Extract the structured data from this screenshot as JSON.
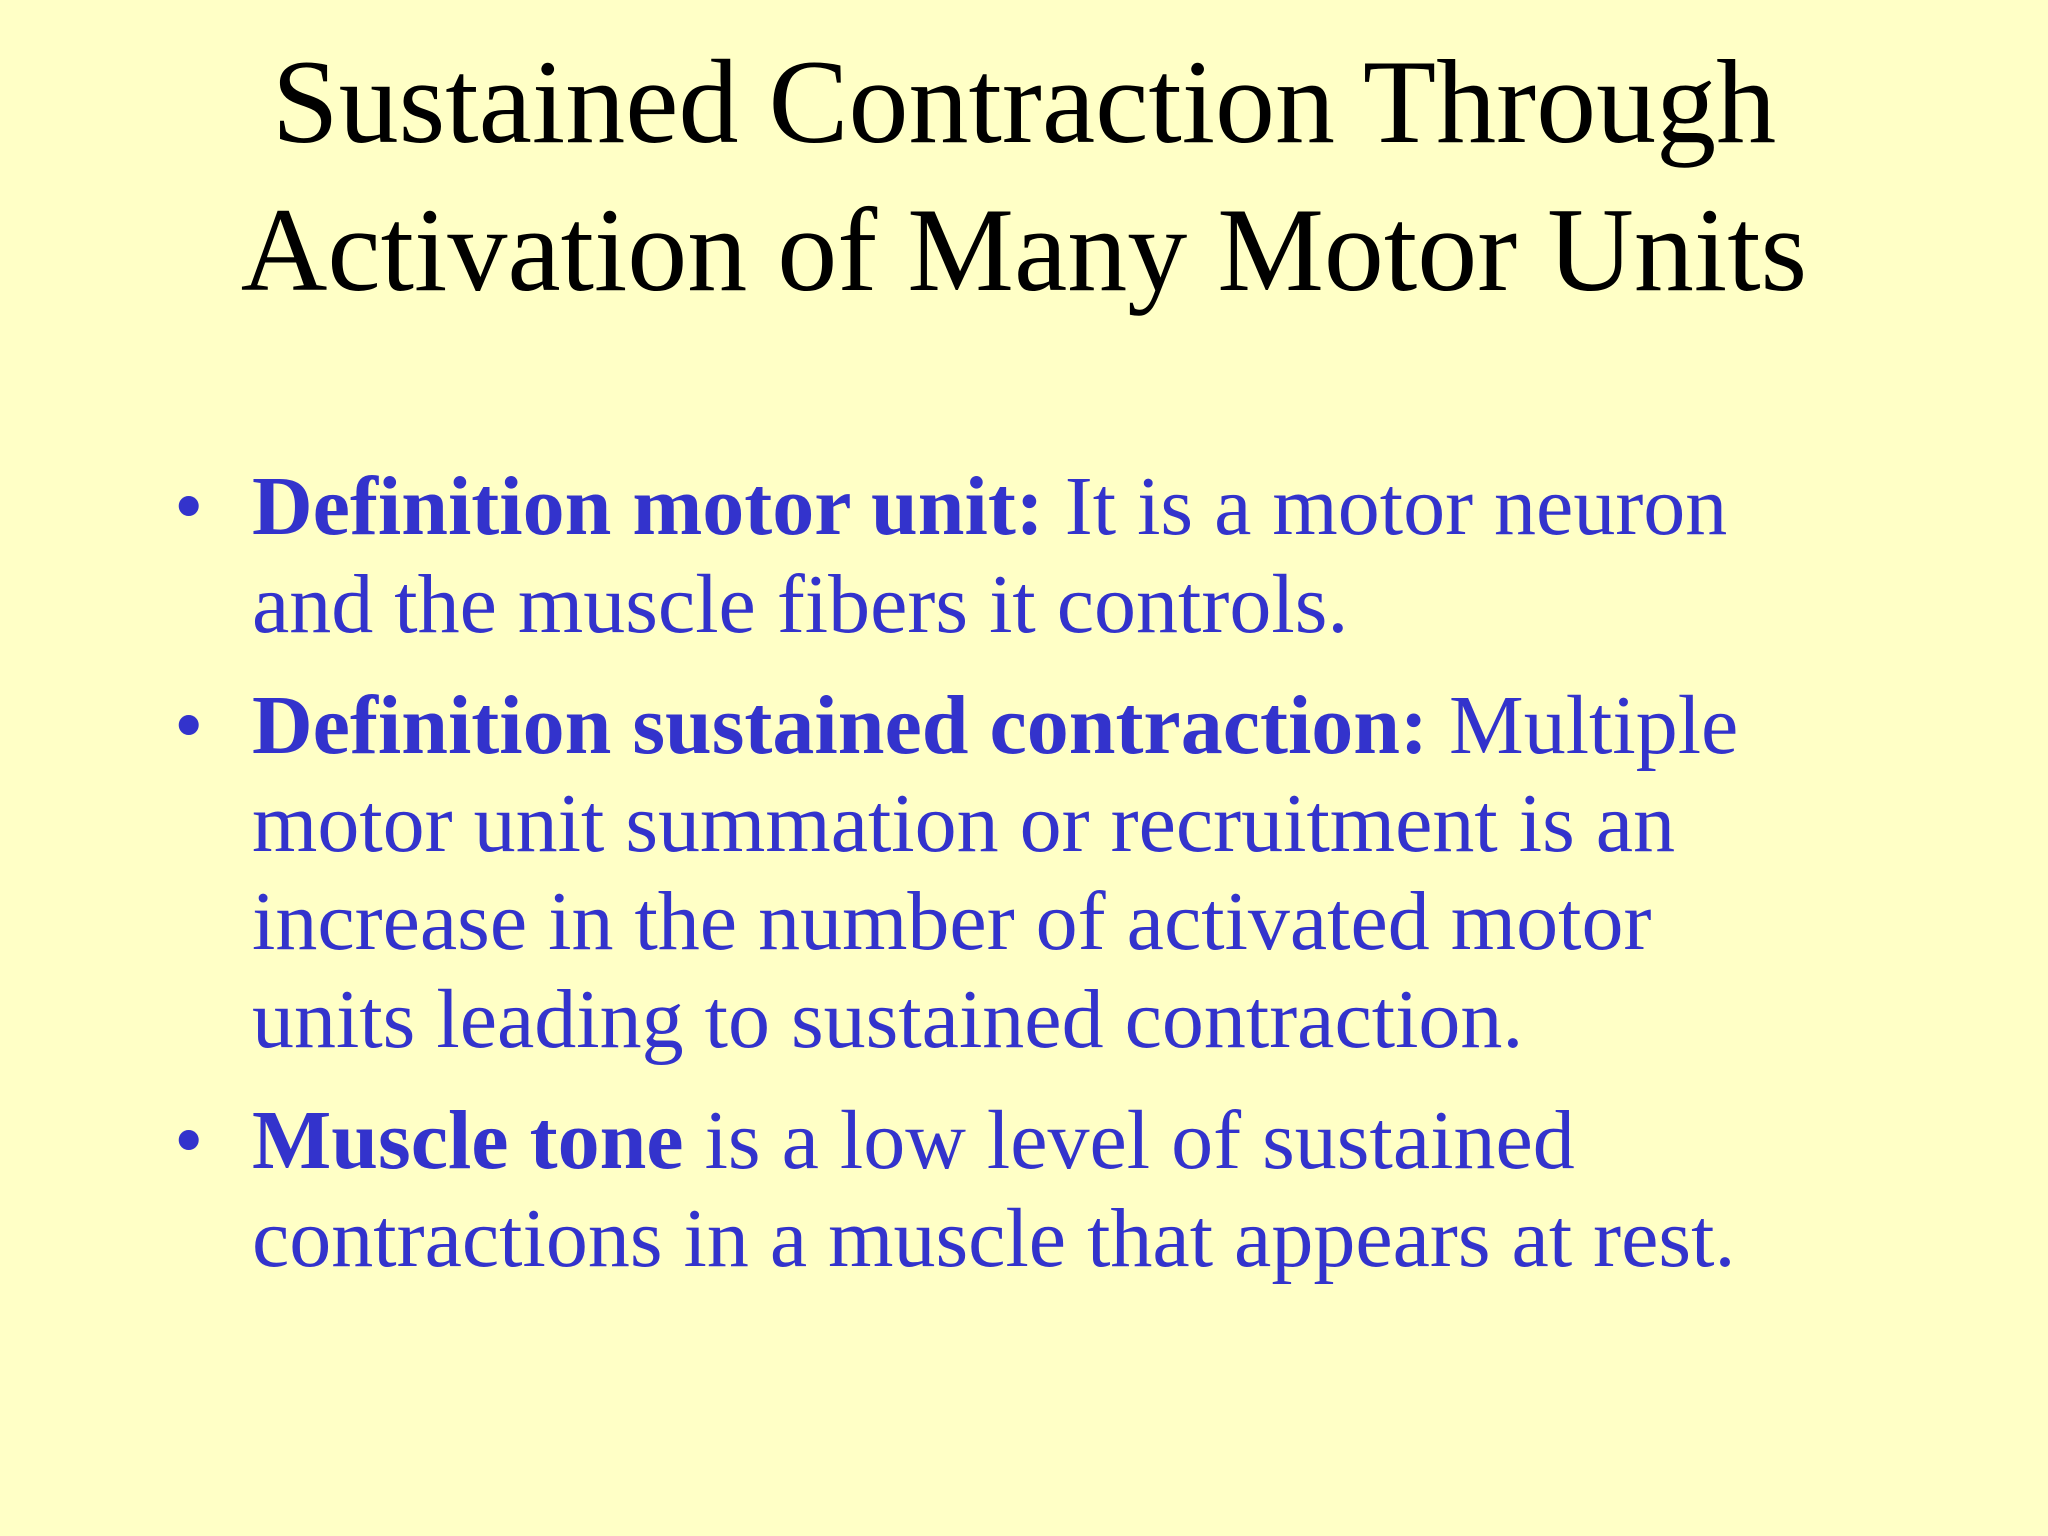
{
  "slide": {
    "title_lines": [
      "Sustained Contraction Through",
      "Activation of Many Motor Units"
    ],
    "bullet_symbol": "•",
    "bullets": [
      {
        "term": "Definition motor unit:",
        "line1_rest": " It is a motor neuron",
        "continuation": [
          "and the muscle fibers it controls."
        ]
      },
      {
        "term": "Definition sustained contraction:",
        "line1_rest": " Multiple",
        "continuation": [
          "motor unit summation or recruitment is an",
          "increase in the number of activated motor",
          "units leading to sustained contraction."
        ]
      },
      {
        "term": "Muscle tone",
        "line1_rest": " is a low level of sustained",
        "continuation": [
          "contractions in a muscle that appears at rest."
        ]
      }
    ]
  },
  "colors": {
    "background": "#ffffc6",
    "title": "#000000",
    "body_text": "#3333cc"
  }
}
